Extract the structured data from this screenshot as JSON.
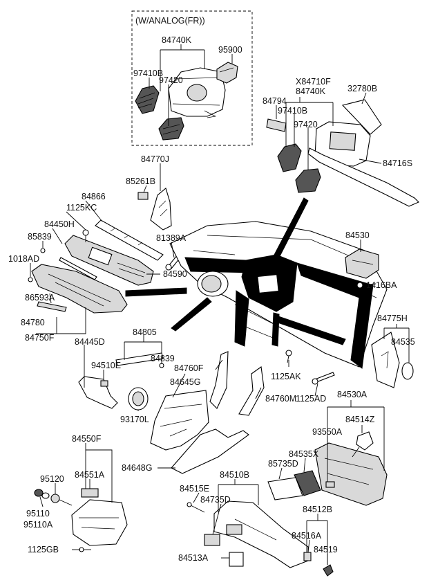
{
  "variant_box": {
    "title": "(W/ANALOG(FR))"
  },
  "labels": [
    "84740K",
    "95900",
    "97420",
    "97410B",
    "X84710F",
    "84740K",
    "84794",
    "32780B",
    "97410B",
    "97420",
    "84716S",
    "84770J",
    "85261B",
    "84866",
    "1125KC",
    "84450H",
    "85839",
    "1018AD",
    "81389A",
    "84590",
    "86593A",
    "84780",
    "84750F",
    "84530",
    "1416BA",
    "84445D",
    "94510E",
    "84805",
    "84839",
    "84760F",
    "84645G",
    "93170L",
    "84760M",
    "1125AK",
    "1125AD",
    "84775H",
    "84535",
    "84530A",
    "84514Z",
    "93550A",
    "84535X",
    "85735D",
    "84550F",
    "84551A",
    "95120",
    "95110",
    "95110A",
    "1125GB",
    "84648G",
    "84515E",
    "84510B",
    "84735D",
    "84512B",
    "84516A",
    "84519",
    "84513A"
  ]
}
